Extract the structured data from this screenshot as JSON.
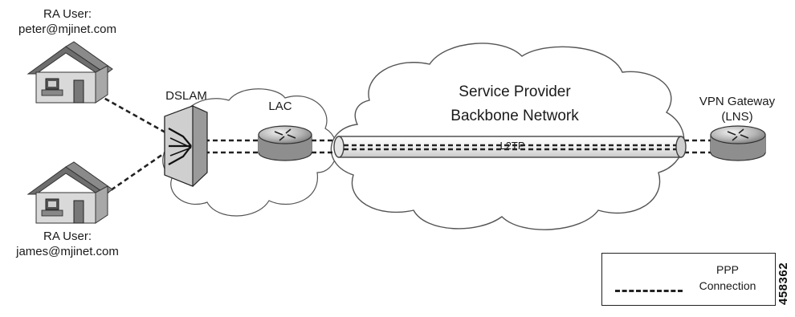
{
  "users": [
    {
      "role": "RA User:",
      "email": "peter@mjinet.com"
    },
    {
      "role": "RA User:",
      "email": "james@mjinet.com"
    }
  ],
  "devices": {
    "dslam": "DSLAM",
    "lac": "LAC",
    "vpn_gateway": "VPN Gateway",
    "lns": "(LNS)"
  },
  "cloud": {
    "line1": "Service Provider",
    "line2": "Backbone Network"
  },
  "tunnel": {
    "label": "L2TP"
  },
  "legend": {
    "line1": "PPP",
    "line2": "Connection"
  },
  "figure_id": "458362",
  "colors": {
    "device_fill": "#b0b0b0",
    "roof": "#6e6e6e",
    "house_wall": "#d9d9d9",
    "dash": "#222222"
  }
}
